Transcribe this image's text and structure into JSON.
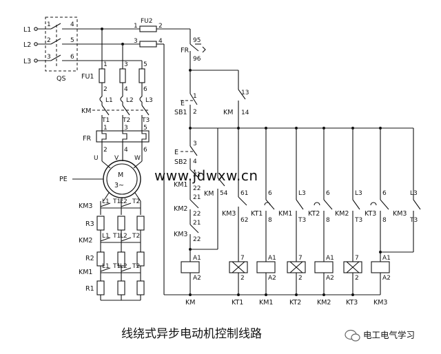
{
  "title": "线绕式异步电动机控制线路",
  "watermark": "www.jdwxw.cn",
  "brand": "电工电气学习",
  "lines": [
    "L1",
    "L2",
    "L3"
  ],
  "qs": "QS",
  "qs_terms": [
    "1",
    "2",
    "3",
    "4",
    "5",
    "6"
  ],
  "fu1": "FU1",
  "fu2": "FU2",
  "fu2_terms": [
    "1",
    "2",
    "3",
    "4"
  ],
  "fu1_top": [
    "1",
    "3",
    "5"
  ],
  "fu1_bot": [
    "2",
    "4",
    "6"
  ],
  "km_main": "KM",
  "l_terms": [
    "L1",
    "L2",
    "L3"
  ],
  "t_terms": [
    "T1",
    "T2",
    "T3"
  ],
  "fr": "FR",
  "fr_top": [
    "1",
    "3",
    "5"
  ],
  "fr_bot": [
    "2",
    "4",
    "6"
  ],
  "uvw": [
    "U",
    "V",
    "W"
  ],
  "pe": "PE",
  "motor_m": "M",
  "motor_3": "3~",
  "rotor": {
    "km3": "KM3",
    "r3": "R3",
    "km2": "KM2",
    "r2": "R2",
    "km1": "KM1",
    "r1": "R1",
    "row_terms": [
      "L1",
      "T1",
      "L2",
      "T2"
    ]
  },
  "ctrl": {
    "fr": "FR",
    "fr_top": "95",
    "fr_bot": "96",
    "sb1": "SB1",
    "e": "E",
    "n1": "1",
    "n2": "2",
    "sb2": "SB2",
    "n3": "3",
    "n4": "4",
    "km1": "KM1",
    "km2": "KM2",
    "km3": "KM3",
    "n21": "21",
    "n22": "22",
    "km": "KM",
    "n13": "13",
    "n14": "14",
    "n54": "54",
    "n61": "61",
    "n62": "62",
    "kt1": "KT1",
    "kt2": "KT2",
    "kt3": "KT3",
    "n6": "6",
    "n8": "8",
    "l3": "L3",
    "t3": "T3",
    "a1": "A1",
    "a2": "A2",
    "n7": "7"
  },
  "coil_labels": [
    "KM",
    "KT1",
    "KM1",
    "KT2",
    "KM2",
    "KT3",
    "KM3"
  ]
}
